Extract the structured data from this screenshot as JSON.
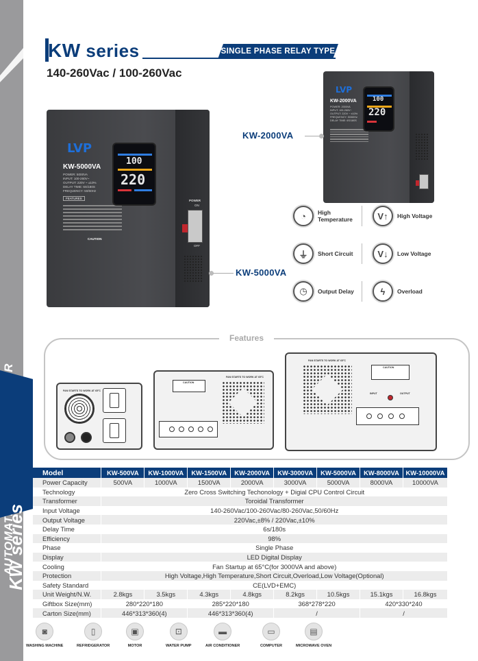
{
  "side": {
    "vertical_title": "AUTOMATIC VOLTAGE REGULATOR",
    "series_label": "KW series"
  },
  "header": {
    "title_kw": "KW",
    "title_rest": " series",
    "badge": "SINGLE PHASE RELAY TYPE",
    "voltage": "140-260Vac / 100-260Vac"
  },
  "products": {
    "large": {
      "callout": "KW-5000VA",
      "logo": "LVP",
      "model": "KW-5000VA",
      "specs": [
        "POWER: 5000VA",
        "INPUT: 100-260V~",
        "OUTPUT: 220V ~ ±10%",
        "DELAY TIME: 6S/180S",
        "FREQUENCY: 50/60Hz"
      ],
      "features_tag": "FEATURES",
      "lcd_top": "100",
      "lcd_main": "220",
      "caution": "CAUTION",
      "power_label": "POWER",
      "on_label": "ON",
      "off_label": "OFF"
    },
    "small": {
      "callout": "KW-2000VA",
      "logo": "LVP",
      "model": "KW-2000VA",
      "specs": [
        "POWER: 2000VA",
        "INPUT: 100-260V~",
        "OUTPUT: 220V ~ ±10%",
        "FREQUENCY: 50/60Hz",
        "DELAY TIME: 6S/180S"
      ],
      "lcd_top": "100",
      "lcd_main": "220"
    }
  },
  "protections": [
    {
      "label": "High Temperature",
      "icon": "thermometer-gauge-icon"
    },
    {
      "label": "High Voltage",
      "icon": "v-arrow-up-icon"
    },
    {
      "label": "Short Circuit",
      "icon": "plug-icon"
    },
    {
      "label": "Low Voltage",
      "icon": "v-arrow-down-icon"
    },
    {
      "label": "Output Delay",
      "icon": "clock-icon"
    },
    {
      "label": "Overload",
      "icon": "lightning-icon"
    }
  ],
  "features": {
    "title": "Features",
    "fan_note": "FAN STARTS TO WORK AT 65°C",
    "caution": "CAUTION",
    "input": "INPUT",
    "output": "OUTPUT"
  },
  "table": {
    "model_label": "Model",
    "models": [
      "KW-500VA",
      "KW-1000VA",
      "KW-1500VA",
      "KW-2000VA",
      "KW-3000VA",
      "KW-5000VA",
      "KW-8000VA",
      "KW-10000VA"
    ],
    "rows": [
      {
        "label": "Power Capacity",
        "cells": [
          "500VA",
          "1000VA",
          "1500VA",
          "2000VA",
          "3000VA",
          "5000VA",
          "8000VA",
          "10000VA"
        ]
      },
      {
        "label": "Technology",
        "span": "Zero Cross Switching Techonology + Digial CPU Control Circuit"
      },
      {
        "label": "Transformer",
        "span": "Toroidal Transformer"
      },
      {
        "label": "Input Voltage",
        "span": "140-260Vac/100-260Vac/80-260Vac,50/60Hz"
      },
      {
        "label": "Output Voltage",
        "span": "220Vac,±8% / 220Vac,±10%"
      },
      {
        "label": "Delay Time",
        "span": "6s/180s"
      },
      {
        "label": "Efficiency",
        "span": "98%"
      },
      {
        "label": "Phase",
        "span": "Single Phase"
      },
      {
        "label": "Display",
        "span": "LED Digital Display"
      },
      {
        "label": "Cooling",
        "span": "Fan Startup at 65°C(for 3000VA and above)"
      },
      {
        "label": "Protection",
        "span": "High Voltage,High Temperature,Short Circuit,Overload,Low Voltage(Optional)"
      },
      {
        "label": "Safety Standard",
        "span": "CE(LVD+EMC)"
      },
      {
        "label": "Unit Weight/N.W.",
        "cells": [
          "2.8kgs",
          "3.5kgs",
          "4.3kgs",
          "4.8kgs",
          "8.2kgs",
          "10.5kgs",
          "15.1kgs",
          "16.8kgs"
        ]
      },
      {
        "label": "Giftbox Size(mm)",
        "groups": [
          "280*220*180",
          "285*220*180",
          "368*278*220",
          "420*330*240"
        ]
      },
      {
        "label": "Carton Size(mm)",
        "groups": [
          "446*313*360(4)",
          "446*313*360(4)",
          "/",
          "/"
        ]
      }
    ]
  },
  "applications": [
    {
      "label": "WASHING MACHINE",
      "icon": "washing-machine-icon"
    },
    {
      "label": "REFRIDGERATOR",
      "icon": "refrigerator-icon"
    },
    {
      "label": "MOTOR",
      "icon": "motor-icon"
    },
    {
      "label": "WATER PUMP",
      "icon": "water-pump-icon"
    },
    {
      "label": "AIR CONDITIONER",
      "icon": "air-conditioner-icon"
    },
    {
      "label": "COMPUTER",
      "icon": "computer-icon"
    },
    {
      "label": "MICROWAVE OVEN",
      "icon": "microwave-oven-icon"
    }
  ],
  "colors": {
    "brand_blue": "#0b3d7a",
    "side_gray": "#9a9a9c",
    "table_stripe": "#ececec"
  }
}
